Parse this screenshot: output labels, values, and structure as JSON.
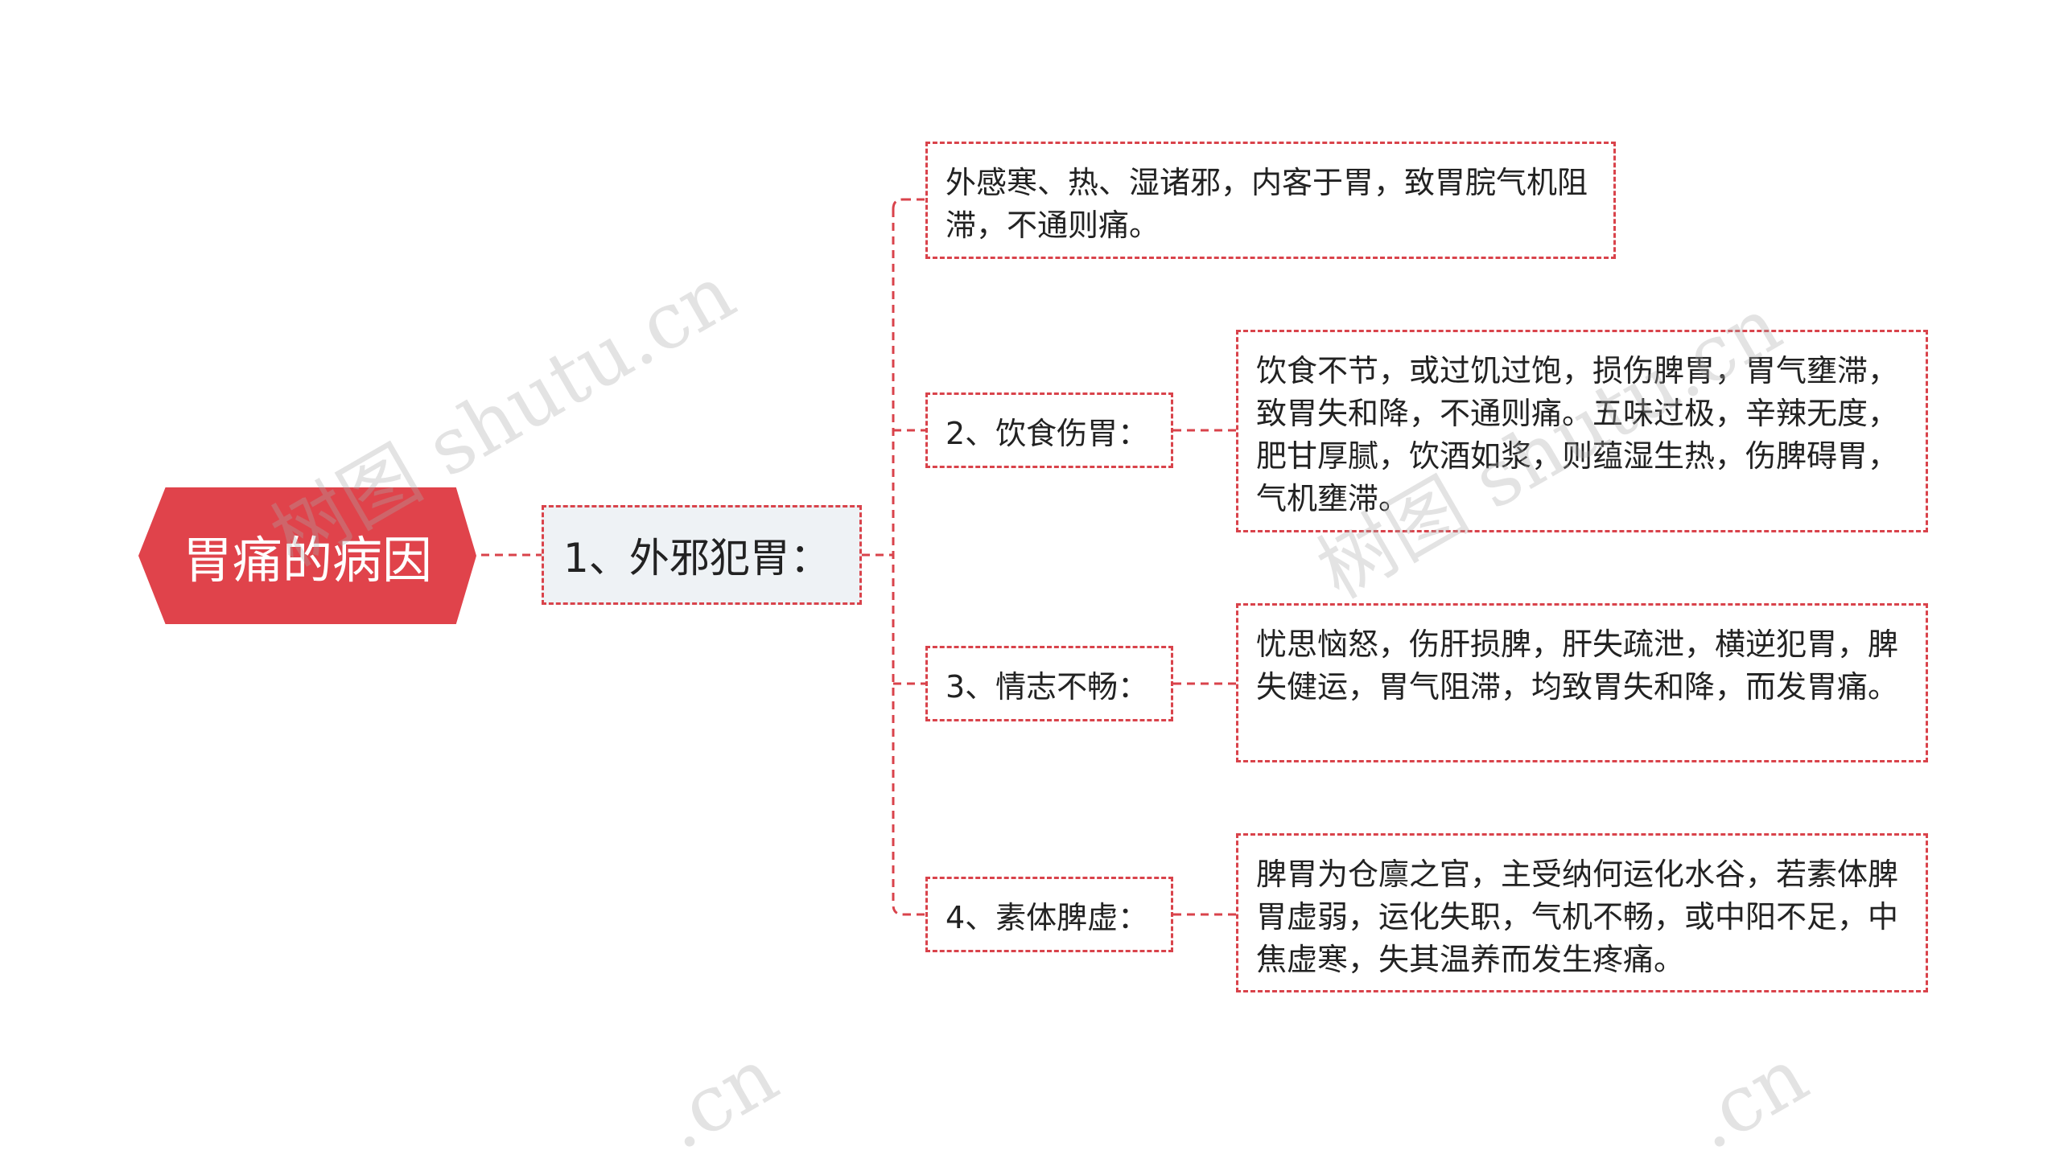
{
  "root": {
    "label": "胃痛的病因"
  },
  "level1": {
    "label": "1、外邪犯胃："
  },
  "branches": [
    {
      "label": "外感寒、热、湿诸邪，内客于胃，致胃脘气机阻滞，不通则痛。"
    },
    {
      "label": "2、饮食伤胃：",
      "detail": "饮食不节，或过饥过饱，损伤脾胃，胃气壅滞，致胃失和降，不通则痛。五味过极，辛辣无度，肥甘厚腻，饮酒如浆，则蕴湿生热，伤脾碍胃，气机壅滞。"
    },
    {
      "label": "3、情志不畅：",
      "detail": "忧思恼怒，伤肝损脾，肝失疏泄，横逆犯胃，脾失健运，胃气阻滞，均致胃失和降，而发胃痛。"
    },
    {
      "label": "4、素体脾虚：",
      "detail": "脾胃为仓廪之官，主受纳何运化水谷，若素体脾胃虚弱，运化失职，气机不畅，或中阳不足，中焦虚寒，失其温养而发生疼痛。"
    }
  ],
  "watermark": {
    "text": "树图 shutu.cn",
    "partial": ".cn"
  },
  "colors": {
    "accent": "#e0434b",
    "line": "#d9434b",
    "level1_bg": "#eef2f5"
  }
}
